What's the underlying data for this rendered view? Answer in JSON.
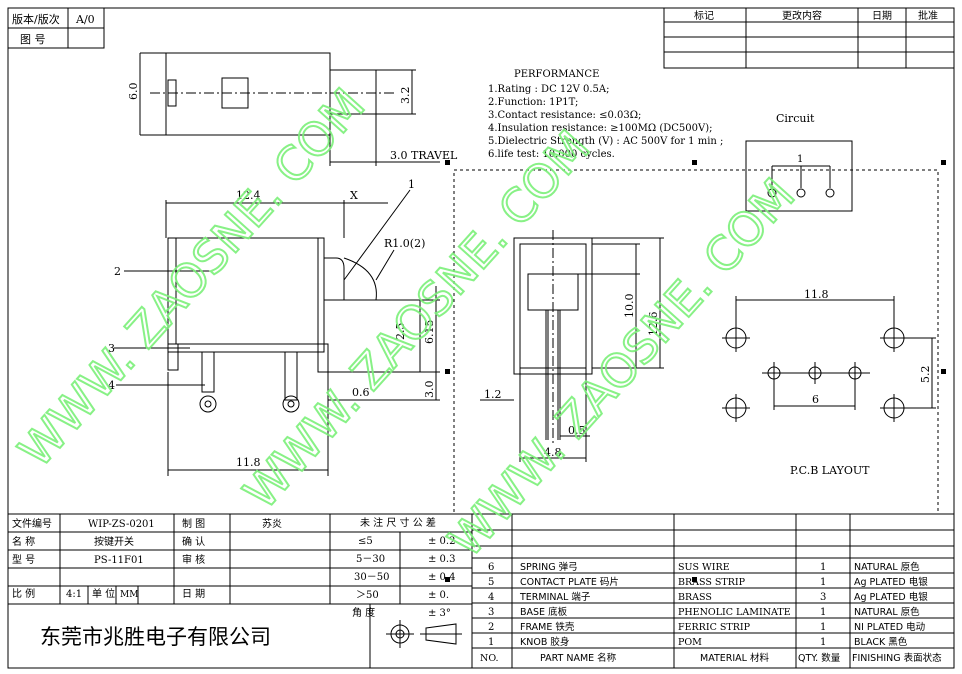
{
  "title_block": {
    "version_label": "版本/版次",
    "version_value": "A/0",
    "drawing_no_label": "图  号",
    "doc_no_label": "文件编号",
    "doc_no_value": "WIP-ZS-0201",
    "name_label": "名  称",
    "name_value": "按键开关",
    "model_label": "型  号",
    "model_value": "PS-11F01",
    "scale_label": "比  例",
    "scale_value": "4:1",
    "unit_label": "单  位",
    "unit_value": "MM",
    "draw_label": "制  图",
    "drawer": "苏炎",
    "confirm_label": "确  认",
    "review_label": "审  核",
    "date_label": "日  期",
    "company": "东莞市兆胜电子有限公司"
  },
  "revision_table": {
    "headers": [
      "标记",
      "更改内容",
      "日期",
      "批准"
    ]
  },
  "tolerance_table": {
    "title": "未 注 尺 寸 公 差",
    "rows": [
      [
        "≤5",
        "± 0.2"
      ],
      [
        "5－30",
        "± 0.3"
      ],
      [
        "30－50",
        "± 0.4"
      ],
      [
        "＞50",
        "± 0."
      ],
      [
        "角  度",
        "± 3°"
      ]
    ]
  },
  "bom": {
    "headers": [
      "NO.",
      "PART  NAME  名称",
      "MATERIAL 材料",
      "QTY. 数量",
      "FINISHING 表面状态"
    ],
    "rows": [
      [
        "6",
        "SPRING  弹弓",
        "SUS WIRE",
        "1",
        "NATURAL 原色"
      ],
      [
        "5",
        "CONTACT PLATE  码片",
        "BRASS STRIP",
        "1",
        "Ag PLATED  电银"
      ],
      [
        "4",
        "TERMINAL  端子",
        "BRASS",
        "3",
        "Ag PLATED  电银"
      ],
      [
        "3",
        "BASE  底板",
        "PHENOLIC LAMINATE",
        "1",
        "NATURAL 原色"
      ],
      [
        "2",
        "FRAME  铁壳",
        "FERRIC STRIP",
        "1",
        "NI PLATED  电动"
      ],
      [
        "1",
        "KNOB  胶身",
        "POM",
        "1",
        "BLACK 黑色"
      ]
    ]
  },
  "performance": {
    "title": "PERFORMANCE",
    "items": [
      "1.Rating : DC 12V 0.5A;",
      "2.Function: 1P1T;",
      "3.Contact resistance: ≤0.03Ω;",
      "4.Insulation resistance: ≥100MΩ (DC500V);",
      "5.Dielectric Strength (V) : AC 500V for 1 min ;",
      "6.life test: 10,000 cycles."
    ]
  },
  "circuit": {
    "title": "Circuit",
    "pin_label": "1"
  },
  "pcb": {
    "title": "P.C.B LAYOUT",
    "dim_w": "11.8",
    "dim_h": "5.2",
    "dim_pitch": "6"
  },
  "dims": {
    "travel": "3.0 TRAVEL",
    "top_h": "6.0",
    "top_plunger": "3.2",
    "width": "12.4",
    "x": "X",
    "radius": "R1.0(2)",
    "d25": "2.5",
    "d615": "6.15",
    "d30": "3.0",
    "d06": "0.6",
    "base_w": "11.8",
    "side_h10": "10.0",
    "side_h126": "12.6",
    "side_12": "1.2",
    "side_05": "0.5",
    "side_48": "4.8"
  },
  "callouts": [
    "1",
    "2",
    "3",
    "4"
  ],
  "watermark": "WWW. ZAOSNE. COM"
}
